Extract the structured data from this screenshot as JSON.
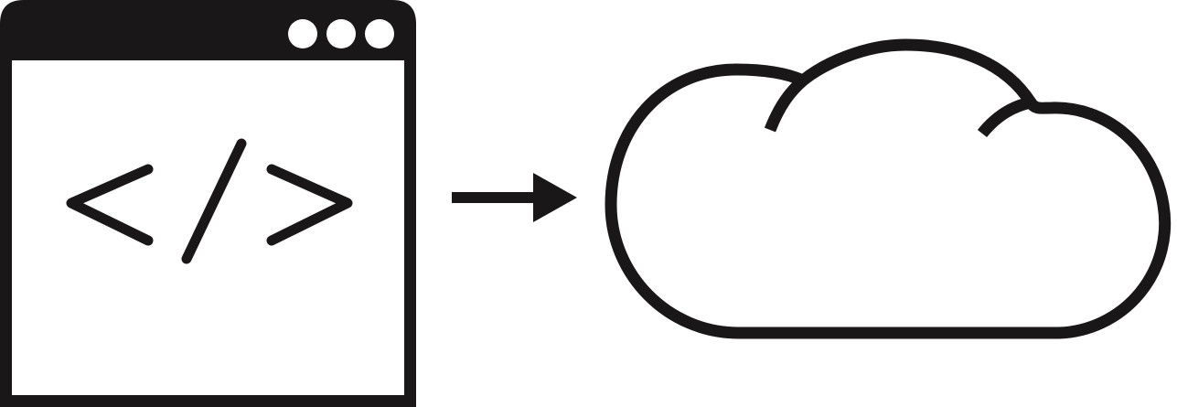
{
  "diagram": {
    "nodes": [
      {
        "id": "code-window",
        "kind": "browser-window",
        "icon": "code-icon",
        "glyph": "</>",
        "window_dots": 3
      },
      {
        "id": "cloud",
        "kind": "cloud",
        "icon": "cloud-icon"
      }
    ],
    "edges": [
      {
        "from": "code-window",
        "to": "cloud",
        "style": "arrow"
      }
    ]
  },
  "colors": {
    "stroke": "#1a1718",
    "background": "#ffffff"
  }
}
